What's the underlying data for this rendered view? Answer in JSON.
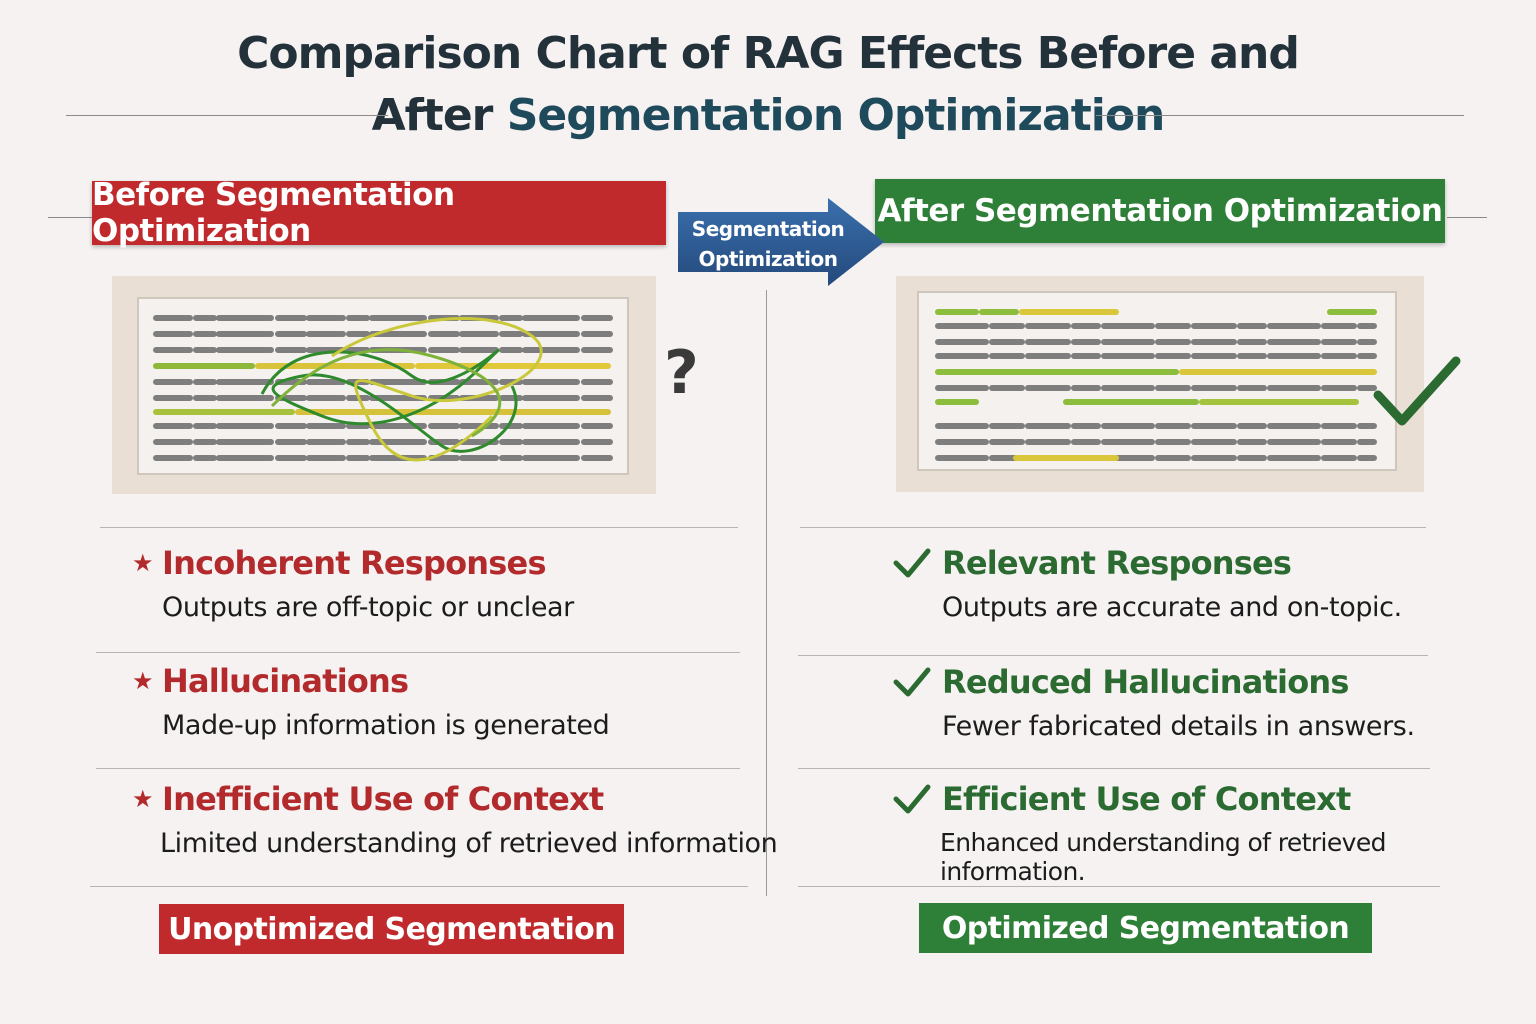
{
  "title": {
    "line1": "Comparison Chart of RAG Effects Before and",
    "line2_prefix": "After ",
    "line2_accent": "Segmentation Optimization"
  },
  "before": {
    "banner": "Before Segmentation Optimization",
    "items": [
      {
        "heading": "Incoherent Responses",
        "desc": "Outputs are off-topic or unclear"
      },
      {
        "heading": "Hallucinations",
        "desc": "Made-up information is generated"
      },
      {
        "heading": "Inefficient Use of Context",
        "desc": "Limited understanding of retrieved information"
      }
    ],
    "footer": "Unoptimized Segmentation",
    "marker": "?",
    "bullet_icon": "star-icon",
    "color": "#c02a2c"
  },
  "arrow": {
    "line1": "Segmentation",
    "line2": "Optimization",
    "color": "#2f5e96"
  },
  "after": {
    "banner": "After Segmentation Optimization",
    "items": [
      {
        "heading": "Relevant Responses",
        "desc": "Outputs are accurate and on-topic."
      },
      {
        "heading": "Reduced Hallucinations",
        "desc": "Fewer fabricated details in answers."
      },
      {
        "heading": "Efficient Use of Context",
        "desc": "Enhanced understanding of retrieved information."
      }
    ],
    "footer": "Optimized Segmentation",
    "bullet_icon": "check-icon",
    "color": "#2e7f37"
  }
}
